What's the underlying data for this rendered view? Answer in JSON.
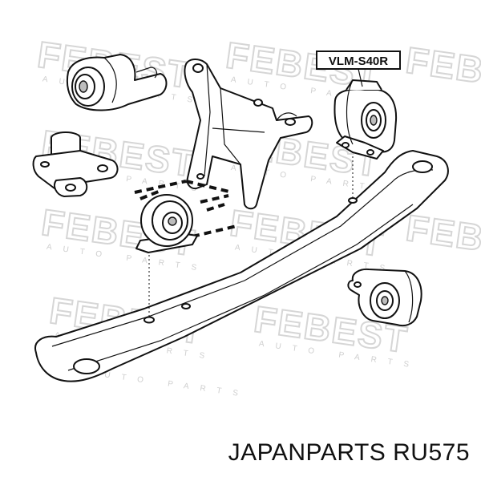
{
  "watermark": {
    "brand": "FEBEST",
    "tagline": "AUTO PARTS"
  },
  "part_label": "VLM-S40R",
  "caption": "JAPANPARTS RU575",
  "colors": {
    "line": "#111111",
    "watermark": "#d6d6d6",
    "background": "#ffffff"
  }
}
